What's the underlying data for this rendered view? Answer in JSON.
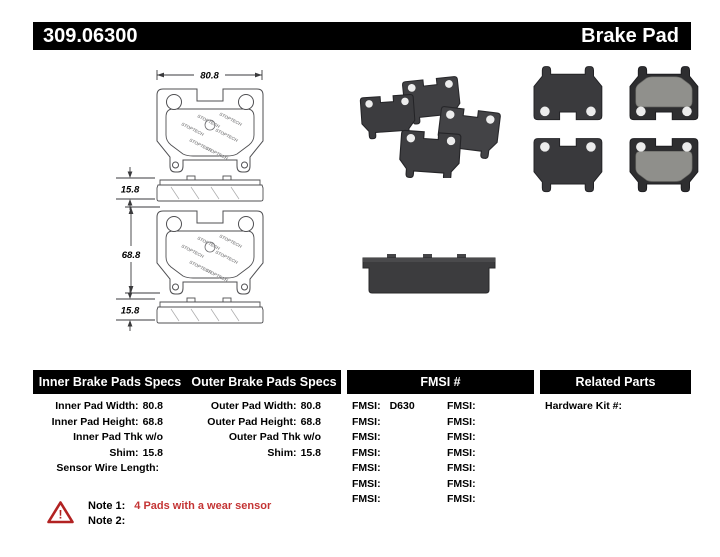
{
  "header": {
    "part_number": "309.06300",
    "product_type": "Brake Pad"
  },
  "diagram": {
    "dimensions": {
      "pad_width": "80.8",
      "pad_thickness_top": "15.8",
      "pad_height": "68.8",
      "pad_thickness_bottom": "15.8"
    },
    "watermark": "STOPTECH"
  },
  "tables": {
    "inner_specs": {
      "title": "Inner Brake Pads Specs",
      "rows": [
        {
          "label": "Inner Pad Width:",
          "value": "80.8"
        },
        {
          "label": "Inner Pad Height:",
          "value": "68.8"
        },
        {
          "label": "Inner Pad Thk w/o Shim:",
          "value": "15.8"
        },
        {
          "label": "Sensor Wire Length:",
          "value": ""
        }
      ]
    },
    "outer_specs": {
      "title": "Outer Brake Pads Specs",
      "rows": [
        {
          "label": "Outer Pad Width:",
          "value": "80.8"
        },
        {
          "label": "Outer Pad Height:",
          "value": "68.8"
        },
        {
          "label": "Outer Pad Thk w/o Shim:",
          "value": "15.8"
        }
      ]
    },
    "fmsi": {
      "title": "FMSI #",
      "col1": [
        {
          "label": "FMSI:",
          "value": "D630"
        },
        {
          "label": "FMSI:",
          "value": ""
        },
        {
          "label": "FMSI:",
          "value": ""
        },
        {
          "label": "FMSI:",
          "value": ""
        },
        {
          "label": "FMSI:",
          "value": ""
        },
        {
          "label": "FMSI:",
          "value": ""
        },
        {
          "label": "FMSI:",
          "value": ""
        }
      ],
      "col2": [
        {
          "label": "FMSI:",
          "value": ""
        },
        {
          "label": "FMSI:",
          "value": ""
        },
        {
          "label": "FMSI:",
          "value": ""
        },
        {
          "label": "FMSI:",
          "value": ""
        },
        {
          "label": "FMSI:",
          "value": ""
        },
        {
          "label": "FMSI:",
          "value": ""
        },
        {
          "label": "FMSI:",
          "value": ""
        }
      ]
    },
    "related": {
      "title": "Related Parts",
      "rows": [
        {
          "label": "Hardware Kit #:",
          "value": ""
        }
      ]
    }
  },
  "notes": {
    "note1_label": "Note 1:",
    "note1_text": "4 Pads with a wear sensor",
    "note2_label": "Note 2:",
    "note2_text": ""
  },
  "colors": {
    "header_bg": "#000000",
    "header_fg": "#ffffff",
    "note_red": "#c43434"
  }
}
